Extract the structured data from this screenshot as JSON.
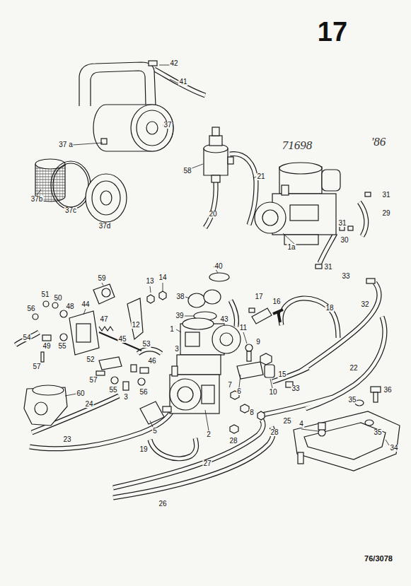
{
  "diagram": {
    "title": "17",
    "labels": [
      "42",
      "41",
      "37",
      "37 a",
      "37b",
      "37c",
      "37d",
      "71698",
      "'86",
      "58",
      "21",
      "20",
      "31",
      "29",
      "31",
      "30",
      "1a",
      "31",
      "40",
      "33",
      "51",
      "50",
      "56",
      "48",
      "59",
      "13",
      "14",
      "38",
      "17",
      "16",
      "18",
      "32",
      "39",
      "43",
      "44",
      "12",
      "1",
      "11",
      "9",
      "54",
      "47",
      "45",
      "55",
      "49",
      "52",
      "57",
      "57",
      "46",
      "53",
      "3",
      "6",
      "10",
      "22",
      "15",
      "33",
      "3",
      "55",
      "56",
      "7",
      "60",
      "5",
      "2",
      "8",
      "36",
      "35",
      "24",
      "35",
      "4",
      "28",
      "25",
      "28",
      "34",
      "19",
      "23",
      "27",
      "26",
      "76/3078"
    ]
  }
}
